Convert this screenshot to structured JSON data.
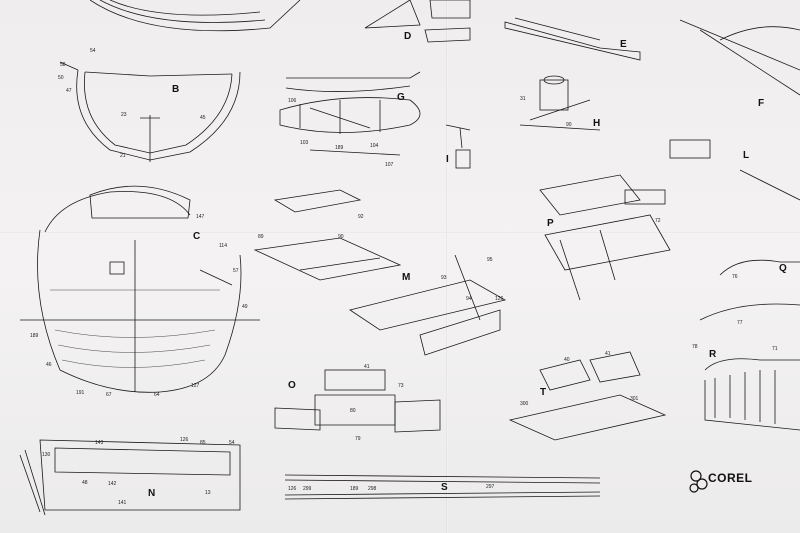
{
  "labels": {
    "A": "B",
    "C": "C",
    "D": "D",
    "E": "E",
    "F": "F",
    "G": "G",
    "H": "H",
    "I": "I",
    "L": "L",
    "M": "M",
    "N": "N",
    "O": "O",
    "P": "P",
    "Q": "Q",
    "R": "R",
    "S": "S",
    "T": "T"
  },
  "part_numbers": {
    "b1": "58",
    "b2": "54",
    "b3": "50",
    "b4": "47",
    "b5": "23",
    "b6": "21",
    "b7": "45",
    "c1": "147",
    "c2": "114",
    "c3": "57",
    "c4": "49",
    "c5": "189",
    "c6": "127",
    "c7": "191",
    "c8": "67",
    "c9": "64",
    "c10": "46",
    "g1": "106",
    "g2": "103",
    "g3": "189",
    "g4": "104",
    "g5": "107",
    "m1": "89",
    "m2": "90",
    "m3": "92",
    "m4": "93",
    "m5": "94",
    "m6": "95",
    "m7": "126",
    "n1": "143",
    "n2": "126",
    "n3": "85",
    "n4": "54",
    "n5": "48",
    "n6": "142",
    "n7": "13",
    "n8": "141",
    "n9": "130",
    "o1": "41",
    "o2": "73",
    "o3": "80",
    "o4": "79",
    "s1": "126",
    "s2": "299",
    "s3": "189",
    "s4": "298",
    "s5": "297",
    "t1": "40",
    "t2": "41",
    "t3": "300",
    "t4": "301",
    "p1": "72",
    "p2": "77",
    "r1": "78",
    "r2": "71",
    "q1": "76",
    "h1": "31",
    "h2": "90"
  },
  "logo": {
    "text": "COREL"
  }
}
